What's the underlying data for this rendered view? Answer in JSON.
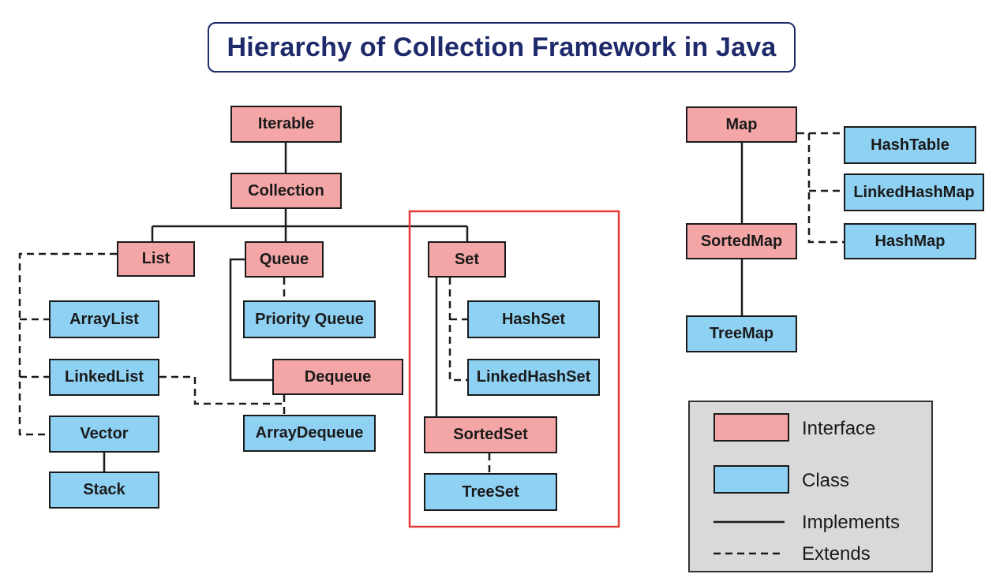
{
  "title": "Hierarchy of Collection Framework in Java",
  "nodes": {
    "iterable": "Iterable",
    "collection": "Collection",
    "list": "List",
    "queue": "Queue",
    "set": "Set",
    "arraylist": "ArrayList",
    "linkedlist": "LinkedList",
    "vector": "Vector",
    "stack": "Stack",
    "priorityqueue": "Priority Queue",
    "dequeue": "Dequeue",
    "arraydequeue": "ArrayDequeue",
    "hashset": "HashSet",
    "linkedhashset": "LinkedHashSet",
    "sortedset": "SortedSet",
    "treeset": "TreeSet",
    "map": "Map",
    "hashtable": "HashTable",
    "linkedhashmap": "LinkedHashMap",
    "hashmap": "HashMap",
    "sortedmap": "SortedMap",
    "treemap": "TreeMap"
  },
  "legend": {
    "interface": "Interface",
    "class": "Class",
    "implements": "Implements",
    "extends": "Extends"
  },
  "colors": {
    "interface": "#f4a6a6",
    "class": "#8fd1f3",
    "title": "#1f2a6b",
    "highlight": "#e53935"
  }
}
